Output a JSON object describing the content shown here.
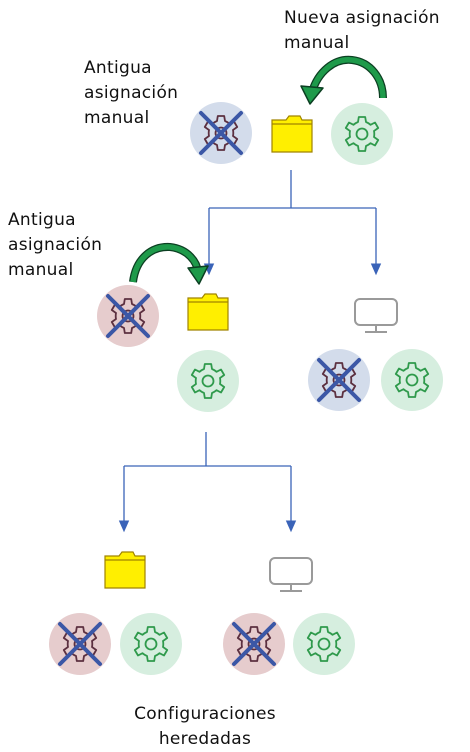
{
  "labels": {
    "new_manual": [
      "Nueva asignación",
      "manual"
    ],
    "old_manual_top": [
      "Antigua",
      "asignación",
      "manual"
    ],
    "old_manual_mid": [
      "Antigua",
      "asignación",
      "manual"
    ],
    "inherited": [
      "Configuraciones",
      "heredadas"
    ]
  },
  "colors": {
    "connector": "#3a63b8",
    "folder_fill": "#ffef00",
    "folder_stroke": "#a08400",
    "gear_green_bg": "#d6eedf",
    "gear_green_stroke": "#2f9a4c",
    "gear_blue_bg": "#d3dceb",
    "gear_red_bg": "#e6cccd",
    "gear_dark_stroke": "#5c3040",
    "cross": "#3b57a6",
    "arrow_green": "#1e9a4a",
    "arrow_dark": "#0c3f22",
    "computer": "#9a9a9a"
  },
  "icons": [
    "folder-icon",
    "computer-icon",
    "gear-icon",
    "crossed-gear-icon",
    "curved-arrow-icon"
  ]
}
